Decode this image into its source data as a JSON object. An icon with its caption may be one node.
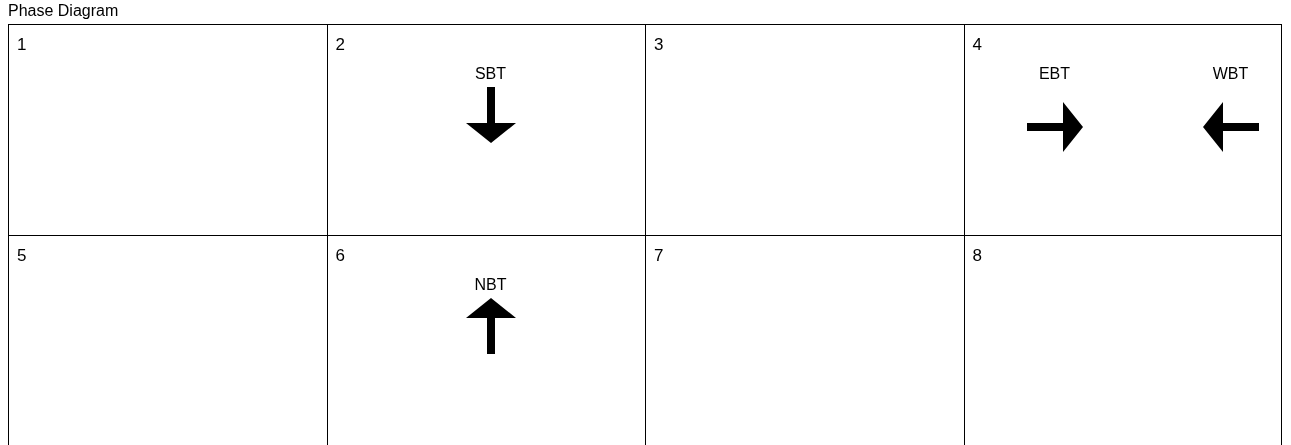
{
  "diagram": {
    "title": "Phase Diagram",
    "nodes": [
      {
        "text": [
          "1"
        ]
      },
      {
        "text": [
          "2",
          "SBT"
        ]
      },
      {
        "text": [
          "3"
        ]
      },
      {
        "text": [
          "4",
          "EBT",
          "WBT"
        ]
      },
      {
        "text": [
          "5"
        ]
      },
      {
        "text": [
          "6",
          "NBT"
        ]
      },
      {
        "text": [
          "7"
        ]
      },
      {
        "text": [
          "8"
        ]
      }
    ]
  }
}
